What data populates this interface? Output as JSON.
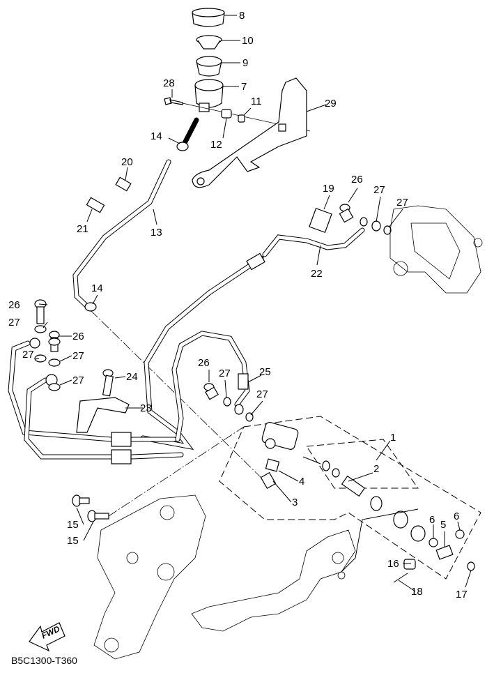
{
  "diagram_code": "B5C1300-T360",
  "fwd_label": "FWD",
  "icons": {
    "direction": "fwd-arrow-icon"
  },
  "callouts": [
    "8",
    "10",
    "9",
    "7",
    "28",
    "11",
    "29",
    "12",
    "14",
    "20",
    "13",
    "21",
    "19",
    "26",
    "27",
    "27",
    "22",
    "14",
    "26",
    "27",
    "26",
    "27",
    "27",
    "27",
    "24",
    "23",
    "26",
    "27",
    "25",
    "27",
    "1",
    "2",
    "4",
    "3",
    "15",
    "15",
    "6",
    "6",
    "5",
    "16",
    "18",
    "17"
  ]
}
